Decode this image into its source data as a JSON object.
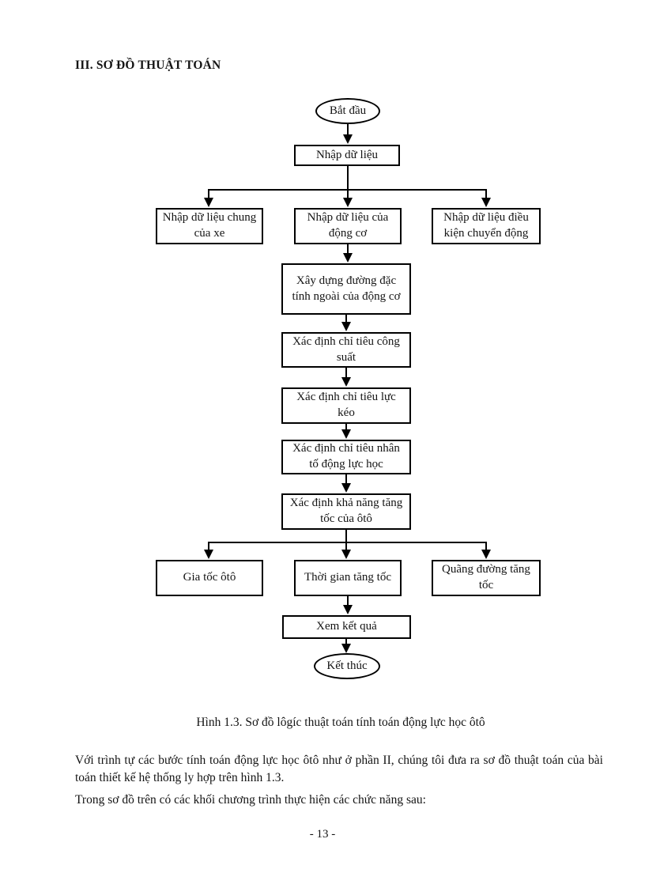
{
  "document": {
    "section_title": "III. SƠ ĐỒ THUẬT TOÁN",
    "figure_caption": "Hình 1.3. Sơ đồ lôgíc thuật toán tính toán động lực học ôtô",
    "paragraph_1": "Với trình tự các bước tính toán động lực học ôtô như ở phần II, chúng tôi đưa ra sơ đồ thuật toán của bài toán thiết kế hệ thống ly hợp trên hình 1.3.",
    "paragraph_2": "Trong sơ đồ trên có các khối chương trình thực hiện các chức năng sau:",
    "page_number": "- 13 -"
  },
  "flowchart": {
    "start": "Bắt đầu",
    "input_data": "Nhập dữ liệu",
    "input_vehicle_general": "Nhập dữ liệu chung của xe",
    "input_engine": "Nhập dữ liệu của động cơ",
    "input_motion_conditions": "Nhập dữ liệu điều kiện chuyển động",
    "build_engine_curve": "Xây dựng đường đặc tính ngoài của động cơ",
    "power_criteria": "Xác định chỉ tiêu công suất",
    "traction_criteria": "Xác định chỉ tiêu lực kéo",
    "dynamic_factor_criteria": "Xác định chỉ tiêu nhân tố động lực học",
    "acceleration_capability": "Xác định khả năng tăng tốc của ôtô",
    "acceleration_result": "Gia tốc ôtô",
    "time_result": "Thời gian tăng tốc",
    "distance_result": "Quãng đường tăng tốc",
    "view_results": "Xem kết quả",
    "end": "Kết thúc"
  },
  "colors": {
    "ink": "#000000",
    "paper": "#ffffff"
  }
}
